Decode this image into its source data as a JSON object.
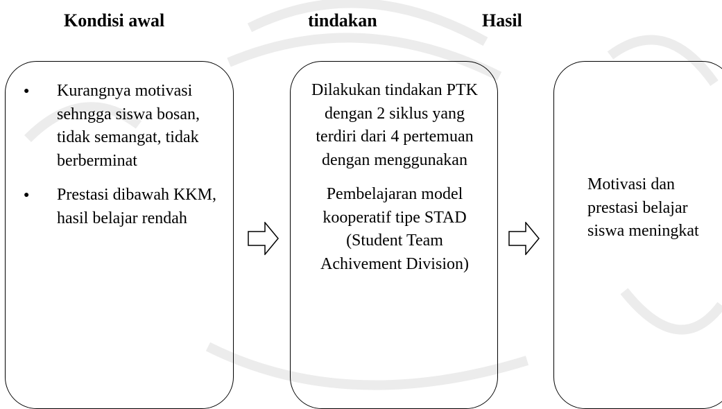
{
  "headings": {
    "initial": "Kondisi awal",
    "action": "tindakan",
    "result": "Hasil"
  },
  "initial_box": {
    "items": [
      "Kurangnya motivasi sehngga siswa bosan, tidak semangat, tidak berberminat",
      "Prestasi dibawah KKM, hasil belajar rendah"
    ]
  },
  "action_box": {
    "paragraph1": "Dilakukan tindakan PTK dengan 2 siklus yang terdiri dari 4 pertemuan dengan menggunakan",
    "paragraph2": "Pembelajaran model kooperatif tipe STAD (Student Team Achivement Division)"
  },
  "result_box": {
    "text": "Motivasi dan prestasi belajar siswa meningkat"
  }
}
